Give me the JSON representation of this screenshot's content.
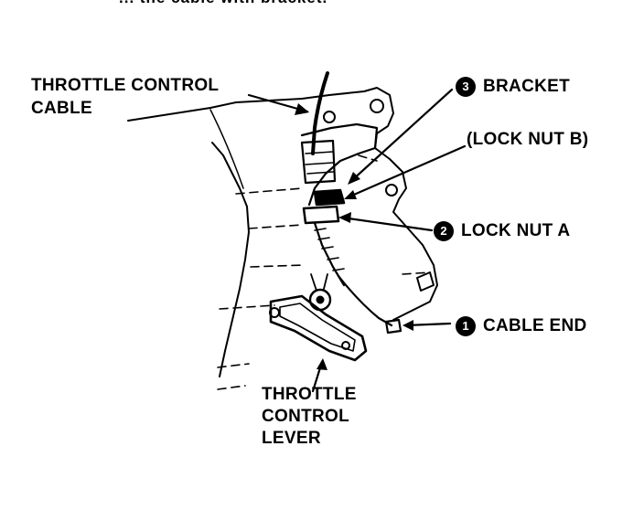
{
  "caption_top": "... the cable with bracket.",
  "labels": {
    "throttle_cable_1": "THROTTLE CONTROL",
    "throttle_cable_2": "CABLE",
    "bracket": "BRACKET",
    "lock_nut_b": "(LOCK NUT B)",
    "lock_nut_a": "LOCK NUT A",
    "cable_end": "CABLE END",
    "lever_1": "THROTTLE",
    "lever_2": "CONTROL",
    "lever_3": "LEVER"
  },
  "steps": {
    "bracket": "3",
    "lock_nut_a": "2",
    "cable_end": "1"
  }
}
